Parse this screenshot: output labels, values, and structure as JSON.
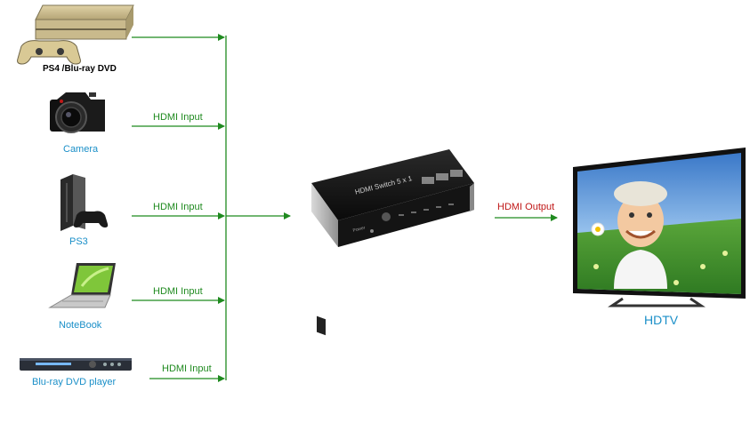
{
  "devices": [
    {
      "id": "ps4",
      "label": "PS4 /Blu-ray DVD",
      "input_label": ""
    },
    {
      "id": "camera",
      "label": "Camera",
      "input_label": "HDMI Input"
    },
    {
      "id": "ps3",
      "label": "PS3",
      "input_label": "HDMI Input"
    },
    {
      "id": "notebook",
      "label": "NoteBook",
      "input_label": "HDMI Input"
    },
    {
      "id": "bluray",
      "label": "Blu-ray DVD player",
      "input_label": "HDMI Input"
    }
  ],
  "switch": {
    "face_text": "HDMI Switch 5 x 1",
    "power_text": "Power"
  },
  "output": {
    "label": "HDMI Output"
  },
  "tv": {
    "label": "HDTV"
  },
  "colors": {
    "input_line": "#1f8a1f",
    "output_text": "#c01818",
    "device_text": "#1a8fc8"
  }
}
